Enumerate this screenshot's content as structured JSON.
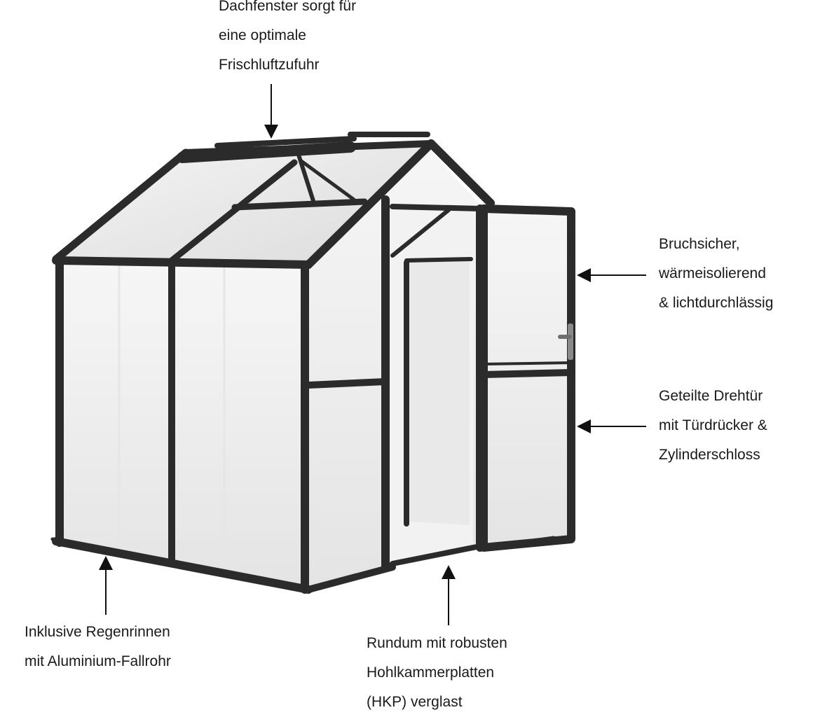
{
  "callouts": {
    "roof_window": {
      "lines": [
        "Dachfenster sorgt für",
        "eine optimale",
        "Frischluftzufuhr"
      ]
    },
    "panels": {
      "lines": [
        "Bruchsicher,",
        "wärmeisolierend",
        "& lichtdurchlässig"
      ]
    },
    "door": {
      "lines": [
        "Geteilte Drehtür",
        "mit Türdrücker &",
        "Zylinderschloss"
      ]
    },
    "gutter": {
      "lines": [
        "Inklusive Regenrinnen",
        "mit Aluminium-Fallrohr"
      ]
    },
    "walls": {
      "lines": [
        "Rundum mit robusten",
        "Hohlkammerplatten",
        "(HKP) verglast"
      ]
    }
  },
  "colors": {
    "frame": "#2b2b2b",
    "panel": "#eeeeee",
    "panel_shade": "#e2e2e2",
    "arrow": "#111111",
    "text": "#1a1a1a"
  }
}
